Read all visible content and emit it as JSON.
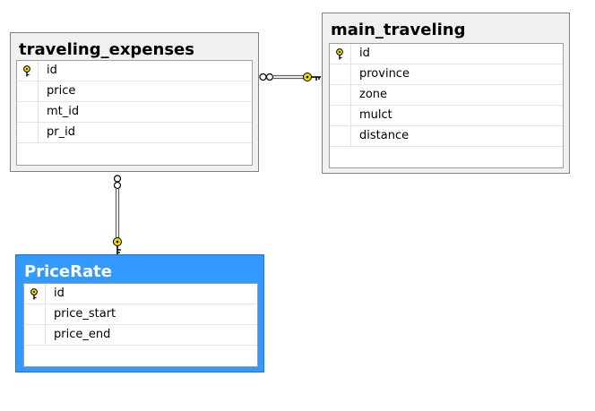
{
  "tables": {
    "traveling_expenses": {
      "title": "traveling_expenses",
      "columns": [
        {
          "name": "id",
          "primary_key": true
        },
        {
          "name": "price",
          "primary_key": false
        },
        {
          "name": "mt_id",
          "primary_key": false
        },
        {
          "name": "pr_id",
          "primary_key": false
        }
      ]
    },
    "main_traveling": {
      "title": "main_traveling",
      "columns": [
        {
          "name": "id",
          "primary_key": true
        },
        {
          "name": "province",
          "primary_key": false
        },
        {
          "name": "zone",
          "primary_key": false
        },
        {
          "name": "mulct",
          "primary_key": false
        },
        {
          "name": "distance",
          "primary_key": false
        }
      ]
    },
    "PriceRate": {
      "title": "PriceRate",
      "selected": true,
      "columns": [
        {
          "name": "id",
          "primary_key": true
        },
        {
          "name": "price_start",
          "primary_key": false
        },
        {
          "name": "price_end",
          "primary_key": false
        }
      ]
    }
  },
  "relationships": [
    {
      "from": "traveling_expenses",
      "to": "main_traveling",
      "from_end": "many",
      "to_end": "one-key"
    },
    {
      "from": "traveling_expenses",
      "to": "PriceRate",
      "from_end": "many",
      "to_end": "one-key"
    }
  ],
  "colors": {
    "selected_header": "#3399ff",
    "key_icon": "#f5d800",
    "relation_line": "#606060"
  }
}
